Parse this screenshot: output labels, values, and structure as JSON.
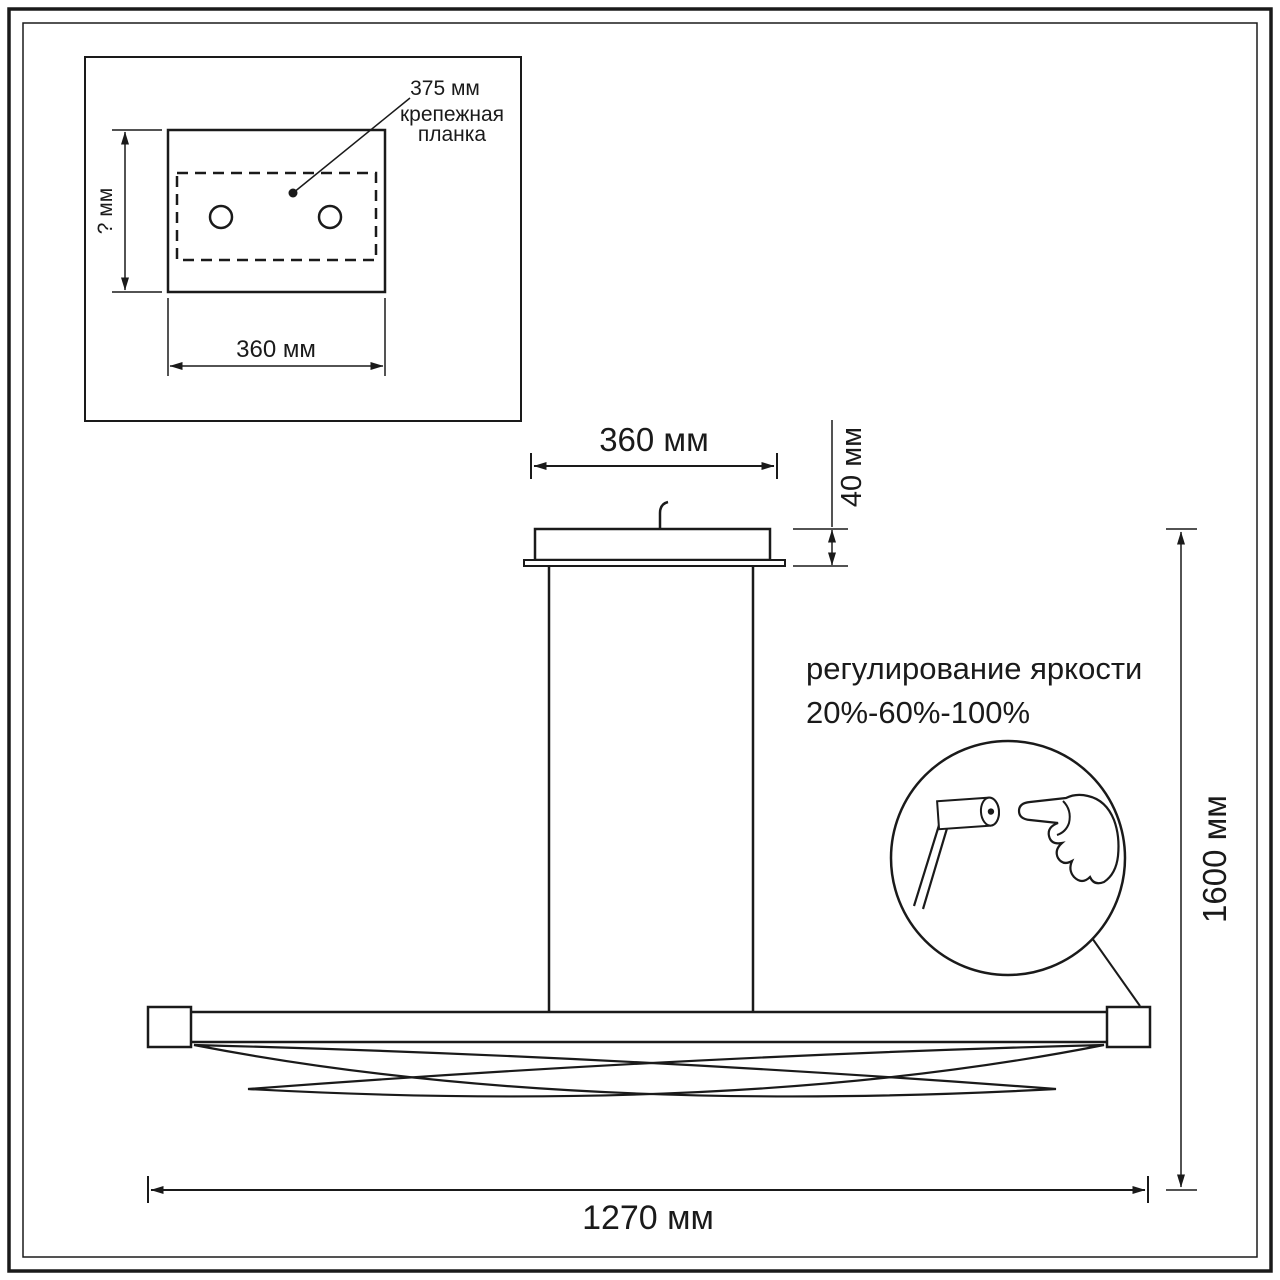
{
  "page": {
    "background": "#ffffff",
    "line_color": "#1a1a1a"
  },
  "inset": {
    "dim_bracket_offset": "375 мм",
    "bracket_label_line1": "крепежная",
    "bracket_label_line2": "планка",
    "dim_height_unknown": "? мм",
    "dim_width": "360 мм"
  },
  "fixture": {
    "dim_canopy_width": "360 мм",
    "dim_canopy_height": "40 мм",
    "dim_overall_height": "1600 мм",
    "dim_overall_length": "1270 мм"
  },
  "annotation": {
    "brightness_title": "регулирование яркости",
    "brightness_levels": "20%-60%-100%"
  }
}
